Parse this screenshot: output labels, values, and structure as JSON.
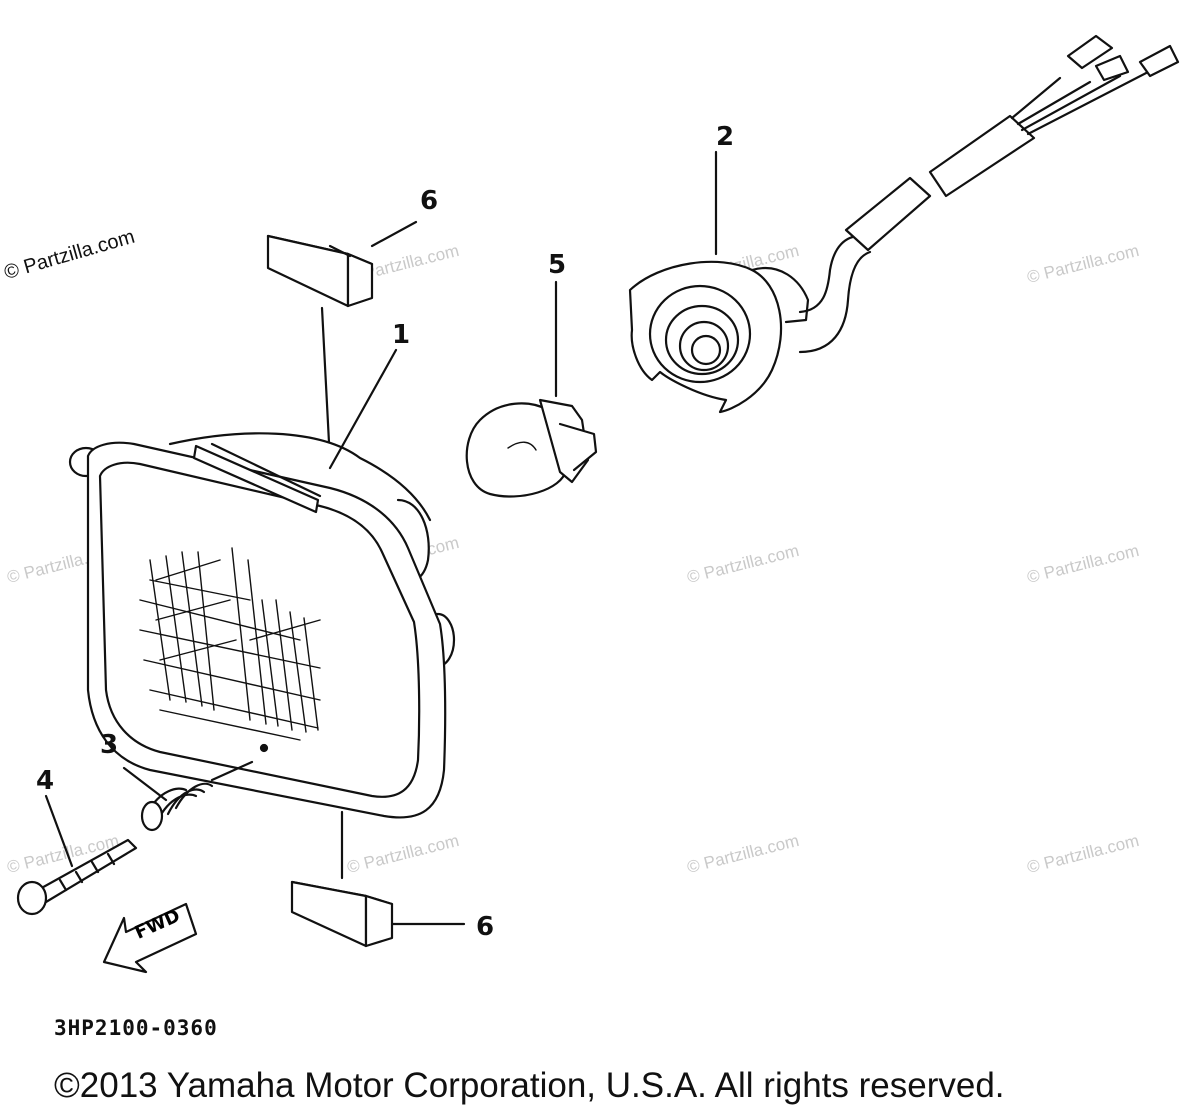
{
  "diagram": {
    "callouts": [
      "1",
      "2",
      "3",
      "4",
      "5",
      "6",
      "6"
    ],
    "fwd_label": "FWD",
    "part_code": "3HP2100-0360",
    "copyright": "©2013 Yamaha Motor Corporation, U.S.A. All rights reserved.",
    "watermark": "© Partzilla.com"
  }
}
